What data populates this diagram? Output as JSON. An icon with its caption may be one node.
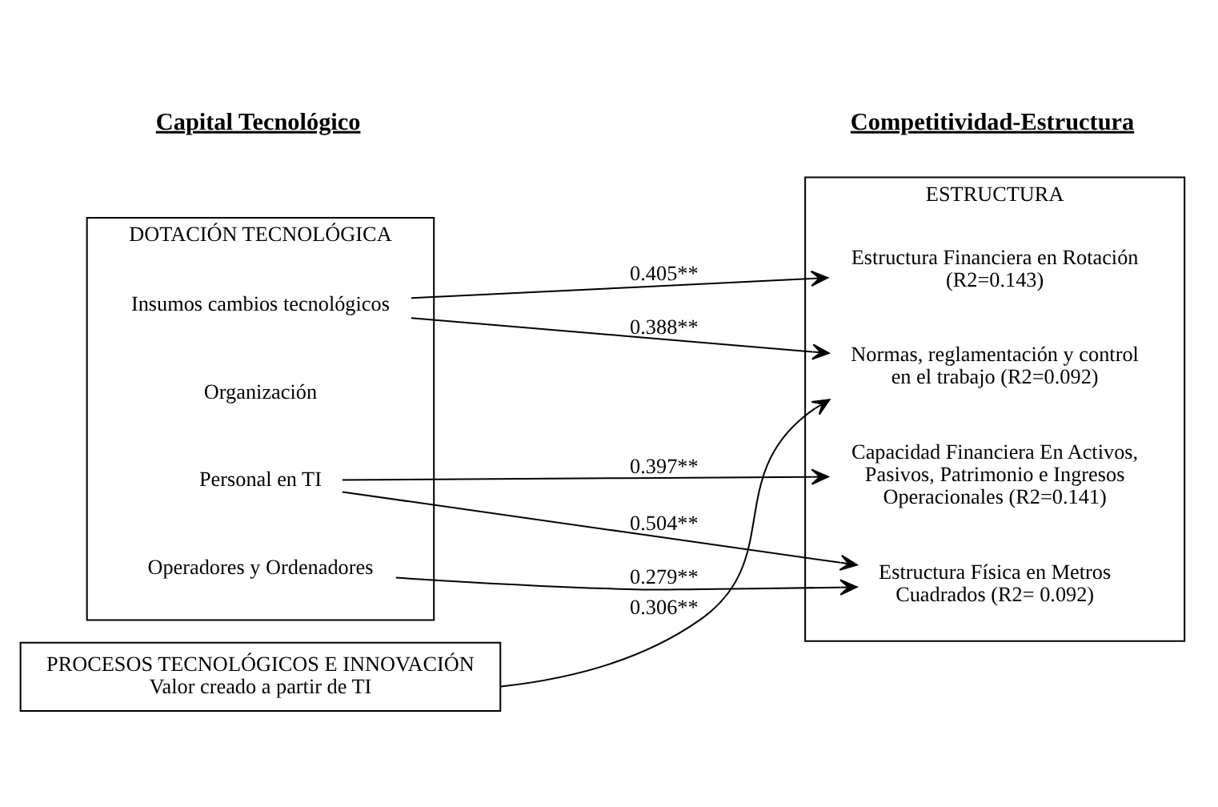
{
  "diagram": {
    "nodes": [
      {
        "text": [
          "DOTACIÓN TECNOLÓGICA"
        ]
      },
      {
        "text": [
          "Insumos cambios tecnológicos"
        ],
        "in": 0
      },
      {
        "text": [
          "Organización"
        ],
        "in": 0
      },
      {
        "text": [
          "Personal en TI"
        ],
        "in": 0
      },
      {
        "text": [
          "Operadores y Ordenadores"
        ],
        "in": 0
      },
      {
        "text": [
          "PROCESOS TECNOLÓGICOS E INNOVACIÓN",
          "Valor creado a partir de TI"
        ]
      },
      {
        "text": [
          "ESTRUCTURA"
        ]
      },
      {
        "text": [
          "Estructura Financiera en Rotación (R2=0.143)"
        ],
        "in": 6
      },
      {
        "text": [
          "Normas, reglamentación y control en el trabajo (R2=0.092)"
        ],
        "in": 6
      },
      {
        "text": [
          "Estructura Física en Metros Cuadrados (R2= 0.092)"
        ],
        "in": 6
      },
      {
        "text": [
          "Capacidad Financiera En Activos, Pasivos, Patrimonio e Ingresos Operacionales (R2=0.141)"
        ],
        "in": 6
      }
    ],
    "edges": [
      {
        "from": 1,
        "to": 7,
        "arrow": "to",
        "label": "0.405**"
      },
      {
        "from": 1,
        "to": 8,
        "arrow": "to",
        "label": "0.388**"
      },
      {
        "from": 3,
        "to": 9,
        "arrow": "to",
        "label": "0.504**"
      },
      {
        "from": 3,
        "to": 10,
        "arrow": "to",
        "label": "0.397**"
      },
      {
        "from": 4,
        "to": 9,
        "arrow": "to",
        "label": "0.279**"
      },
      {
        "from": 5,
        "to": 8,
        "arrow": "to",
        "label": "0.306**"
      }
    ],
    "labels": [
      "Capital Tecnológico",
      "Competitividad-Estructura"
    ]
  }
}
